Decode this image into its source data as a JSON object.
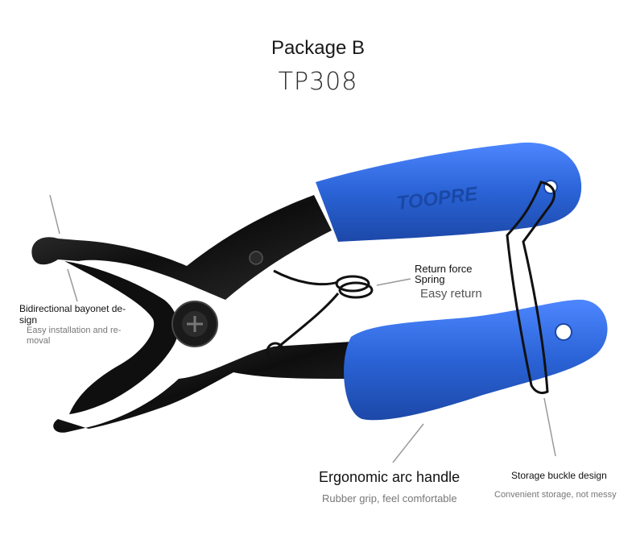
{
  "header": {
    "title": "Package B",
    "model": "TP308"
  },
  "brand": {
    "logo_text": "TOOPRE"
  },
  "annotations": {
    "bayonet": {
      "title": "Bidirectional bayonet de-\nsign",
      "desc": "Easy installation and re-\nmoval"
    },
    "spring": {
      "title_line1": "Return force",
      "title_line2": "Spring",
      "desc": "Easy return"
    },
    "handle": {
      "title": "Ergonomic arc handle",
      "desc": "Rubber grip, feel comfortable"
    },
    "buckle": {
      "title": "Storage buckle design",
      "desc": "Convenient storage, not messy"
    }
  },
  "colors": {
    "grip_blue": "#2a63d6",
    "metal_black": "#151515",
    "pointer_gray": "#9a9a9a"
  }
}
